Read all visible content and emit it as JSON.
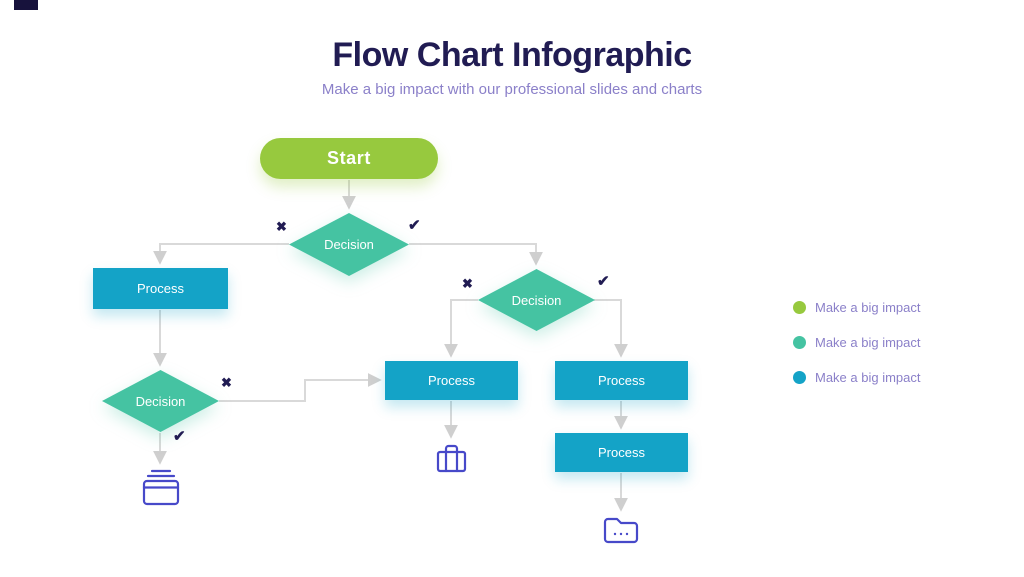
{
  "slide": {
    "title": "Flow Chart Infographic",
    "subtitle": "Make a big impact with our professional slides and charts"
  },
  "flowchart": {
    "start": "Start",
    "decision_1": "Decision",
    "decision_2": "Decision",
    "decision_3": "Decision",
    "process_1": "Process",
    "process_2": "Process",
    "process_3": "Process",
    "process_4": "Process"
  },
  "marks": {
    "cross": "✖",
    "check": "✔"
  },
  "legend": {
    "items": [
      {
        "label": "Make a big impact",
        "color": "#97c93e"
      },
      {
        "label": "Make a big impact",
        "color": "#45c3a2"
      },
      {
        "label": "Make a big impact",
        "color": "#14a3c7"
      }
    ]
  },
  "colors": {
    "title_text": "#211c53",
    "subtitle_text": "#8b80c9",
    "start_fill": "#97c93e",
    "decision_fill": "#45c3a2",
    "process_fill": "#14a3c7",
    "connector": "#d9d9d9",
    "mark": "#211c53",
    "icon_stroke": "#4749c9"
  }
}
